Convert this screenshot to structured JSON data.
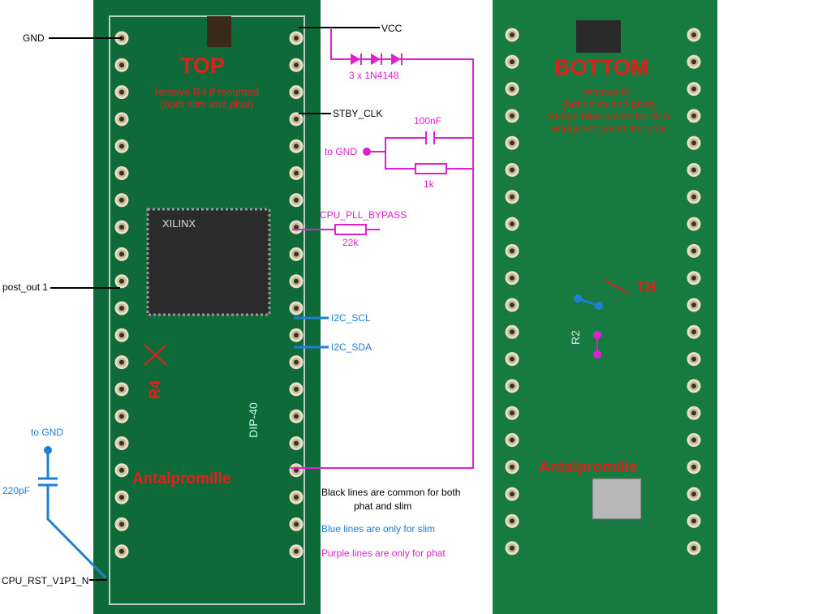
{
  "colors": {
    "board": "#0f6a3a",
    "black_line": "#000000",
    "blue_line": "#1e7fd6",
    "purple_line": "#e020d0",
    "red_text": "#e0201a"
  },
  "top_board": {
    "title": "TOP",
    "note_line1": "remove R4 if mounted",
    "note_line2": "(both slim and phat)",
    "chip_label": "XILINX",
    "silk_label": "Antalpromille",
    "resistor_label": "R4",
    "dip_label": "DIP-40"
  },
  "bottom_board": {
    "title": "BOTTOM",
    "note_line1": "remove R1",
    "note_line2": "(both slim and phat)",
    "note_line3": "Bridge blue points for slim",
    "note_line4": "Bridge R2 points for phat",
    "silk_label": "Antalpromille",
    "r1_label": "R1",
    "r2_label": "R2"
  },
  "signals": {
    "gnd": "GND",
    "vcc": "VCC",
    "diodes": "3 x 1N4148",
    "stby_clk": "STBY_CLK",
    "cap_100nf": "100nF",
    "to_gnd_purple": "to GND",
    "res_1k": "1k",
    "cpu_pll_bypass": "CPU_PLL_BYPASS",
    "res_22k": "22k",
    "post_out": "post_out 1",
    "i2c_scl": "I2C_SCL",
    "i2c_sda": "I2C_SDA",
    "to_gnd_blue": "to GND",
    "cap_220pf": "220pF",
    "cpu_rst": "CPU_RST_V1P1_N"
  },
  "legend": {
    "black_line1": "Black lines are common for both",
    "black_line2": "phat and slim",
    "blue": "Blue lines are only for slim",
    "purple": "Purple lines are only for phat"
  }
}
